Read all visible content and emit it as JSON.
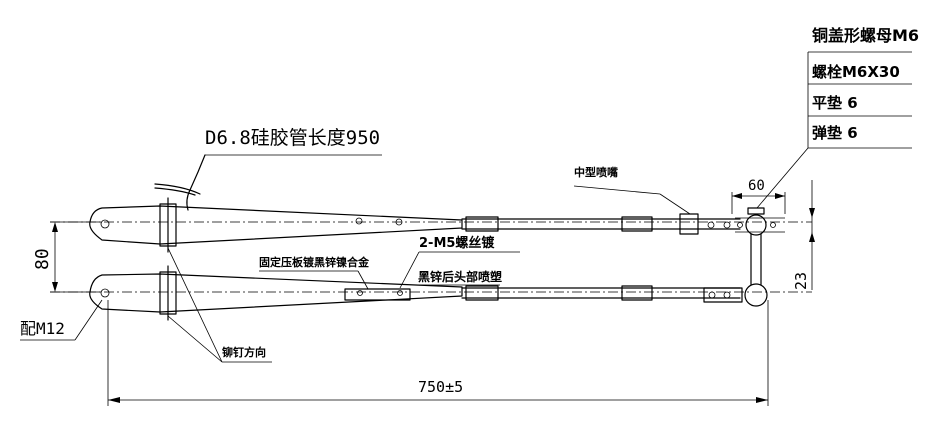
{
  "labels": {
    "hose": "D6.8硅胶管长度950",
    "nozzle": "中型喷嘴",
    "thread": "2-M5螺丝镀",
    "plate": "固定压板镀黑锌镍合金",
    "coating": "黑锌后头部喷塑",
    "fit": "配M12",
    "rivet": "铆钉方向"
  },
  "bom": {
    "header": "铜盖形螺母M6",
    "rows": [
      {
        "label": "螺栓M6X30"
      },
      {
        "label": "平垫 6"
      },
      {
        "label": "弹垫 6"
      }
    ]
  },
  "dimensions": {
    "height": "80",
    "offset": "23",
    "width": "60",
    "length": "750±5"
  }
}
